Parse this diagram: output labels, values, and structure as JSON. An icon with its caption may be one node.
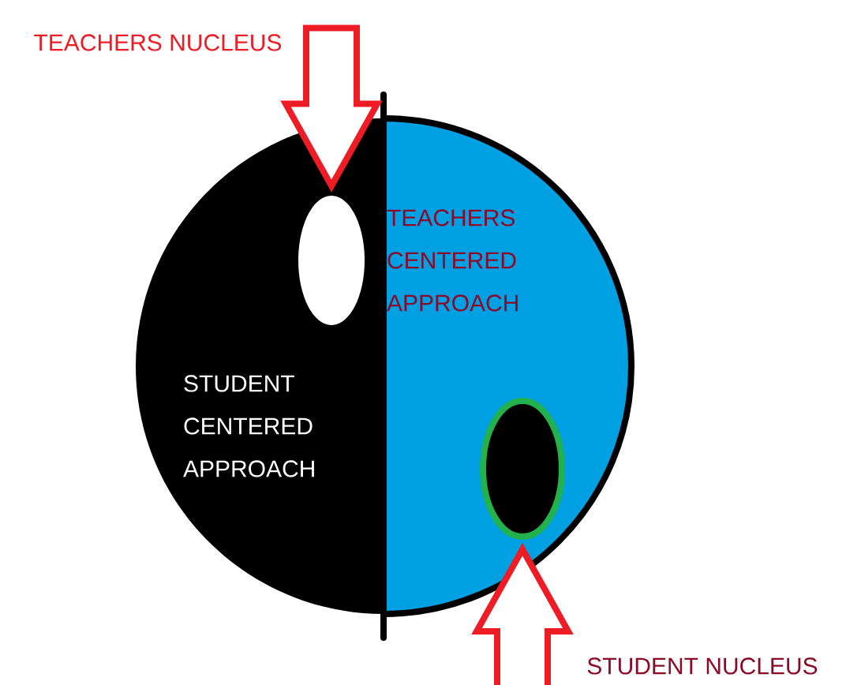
{
  "diagram": {
    "nodes": [
      {
        "text": [
          "TEACHERS NUCLEUS"
        ]
      },
      {
        "text": [
          "STUDENT CENTERED APPROACH"
        ]
      },
      {
        "text": [],
        "shape": "oval",
        "in": 1
      },
      {
        "text": [
          "TEACHERS CENTERED APPROACH"
        ]
      },
      {
        "text": [],
        "shape": "oval",
        "in": 3
      },
      {
        "text": [
          "STUDENT NUCLEUS"
        ]
      }
    ],
    "edges": [
      {
        "from": 0,
        "to": 2,
        "arrow": "to"
      },
      {
        "from": 5,
        "to": 4,
        "arrow": "to"
      }
    ]
  }
}
